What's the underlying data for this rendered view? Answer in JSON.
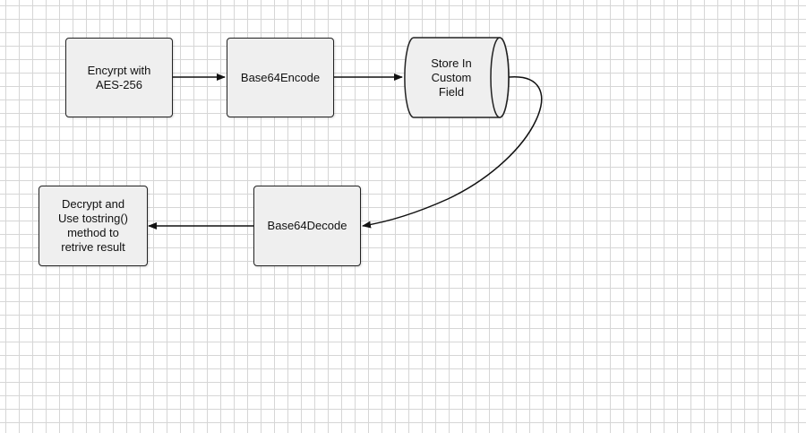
{
  "diagram": {
    "nodes": {
      "encrypt": "Encyrpt with\nAES-256",
      "encode": "Base64Encode",
      "store": "Store In\nCustom\nField",
      "decode": "Base64Decode",
      "decrypt": "Decrypt and\nUse tostring()\nmethod to\nretrive result"
    },
    "edges": [
      {
        "from": "encrypt",
        "to": "encode"
      },
      {
        "from": "encode",
        "to": "store"
      },
      {
        "from": "store",
        "to": "decode"
      },
      {
        "from": "decode",
        "to": "decrypt"
      }
    ],
    "colors": {
      "node_fill": "#efefef",
      "stroke": "#222222",
      "grid": "#d6d6d6"
    }
  }
}
